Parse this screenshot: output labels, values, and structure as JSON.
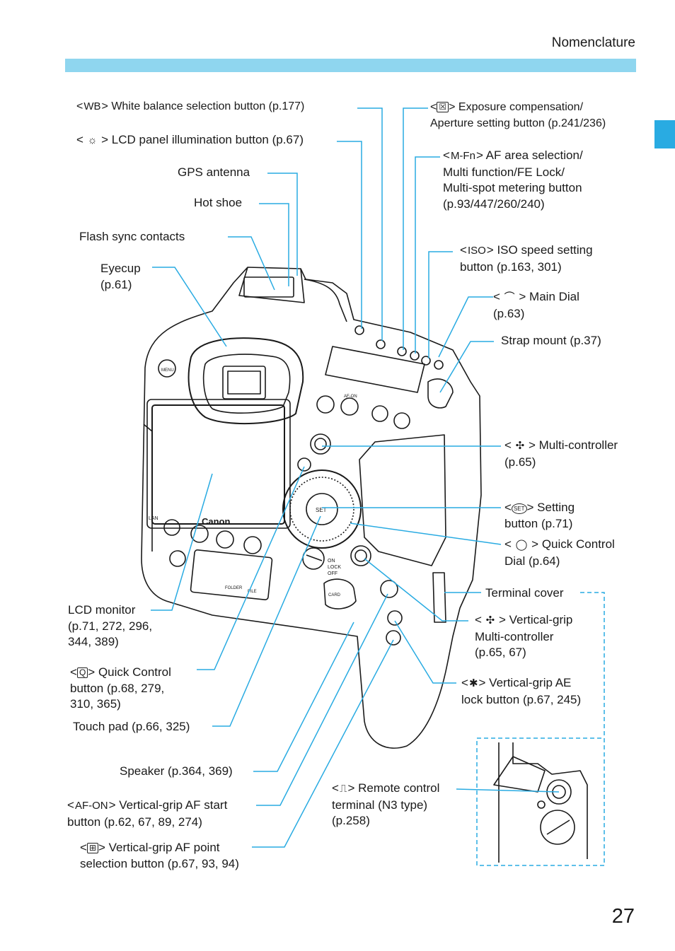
{
  "header": {
    "title": "Nomenclature"
  },
  "page_number": "27",
  "colors": {
    "accent": "#29abe2",
    "header_bar": "#8fd6ef",
    "leader": "#29abe2"
  },
  "labels": {
    "wb": {
      "sym": "WB",
      "text": "White balance selection button (p.177)"
    },
    "lcd_illum": {
      "sym": "☼",
      "text": "LCD panel illumination button (p.67)"
    },
    "gps": {
      "text": "GPS antenna"
    },
    "hot_shoe": {
      "text": "Hot shoe"
    },
    "flash_sync": {
      "text": "Flash sync contacts"
    },
    "eyecup": {
      "line1": "Eyecup",
      "line2": "(p.61)"
    },
    "exposure": {
      "sym": "☒",
      "line1": "Exposure compensation/",
      "line2": "Aperture setting button (p.241/236)"
    },
    "mfn": {
      "sym": "M-Fn",
      "line1": "AF area selection/",
      "line2": "Multi function/FE Lock/",
      "line3": "Multi-spot metering button",
      "line4": "(p.93/447/260/240)"
    },
    "iso": {
      "sym": "ISO",
      "line1": "ISO speed setting",
      "line2": "button (p.163, 301)"
    },
    "main_dial": {
      "sym": "⌒",
      "line1": "Main Dial",
      "line2": "(p.63)"
    },
    "strap": {
      "text": "Strap mount (p.37)"
    },
    "multi_ctrl": {
      "sym": "✣",
      "line1": "Multi-controller",
      "line2": "(p.65)"
    },
    "set": {
      "sym": "SET",
      "line1": "Setting",
      "line2": "button (p.71)"
    },
    "qc_dial": {
      "sym": "◯",
      "line1": "Quick Control",
      "line2": "Dial (p.64)"
    },
    "terminal_cover": {
      "text": "Terminal cover"
    },
    "vg_multi": {
      "sym": "✣",
      "line1": "Vertical-grip",
      "line2": "Multi-controller",
      "line3": "(p.65, 67)"
    },
    "vg_ae": {
      "sym": "✱",
      "line1": "Vertical-grip AE",
      "line2": "lock button (p.67, 245)"
    },
    "lcd": {
      "line1": "LCD monitor",
      "line2": "(p.71, 272, 296,",
      "line3": "344, 389)"
    },
    "q": {
      "sym": "Q",
      "line1": "Quick Control",
      "line2": "button (p.68, 279,",
      "line3": "310, 365)"
    },
    "touch": {
      "text": "Touch pad (p.66, 325)"
    },
    "speaker": {
      "text": "Speaker (p.364, 369)"
    },
    "afon": {
      "sym": "AF-ON",
      "line1": "Vertical-grip AF start",
      "line2": "button (p.62, 67, 89, 274)"
    },
    "afpoint": {
      "sym": "⊞",
      "line1": "Vertical-grip AF point",
      "line2": "selection button (p.67, 93, 94)"
    },
    "remote": {
      "sym": "⎍",
      "line1": "Remote control",
      "line2": "terminal (N3 type)",
      "line3": "(p.258)"
    }
  },
  "camera_markings": {
    "brand": "Canon",
    "menu": "MENU",
    "lan": "LAN",
    "folder": "FOLDER",
    "file": "FILE",
    "card": "CARD",
    "af_on": "AF-ON",
    "lock_on": "ON",
    "lock_lock": "LOCK",
    "lock_off": "OFF",
    "set": "SET"
  }
}
